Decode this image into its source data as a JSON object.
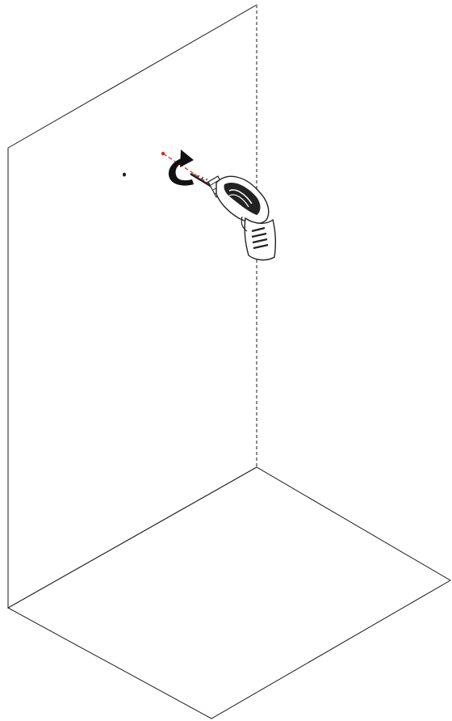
{
  "diagram": {
    "kind": "installation-illustration",
    "step": "drill-hole-in-wall",
    "colors": {
      "background": "#ffffff",
      "line": "#1a1a1a",
      "guide": "#d9261c",
      "arrow": "#111111",
      "drill_body": "#ffffff",
      "drill_dark": "#222222"
    },
    "icons": {
      "tool": "power-drill-icon",
      "rotation": "clockwise-rotation-arrow-icon",
      "marks": [
        "drill-point-mark",
        "screw-hole-mark"
      ]
    }
  }
}
